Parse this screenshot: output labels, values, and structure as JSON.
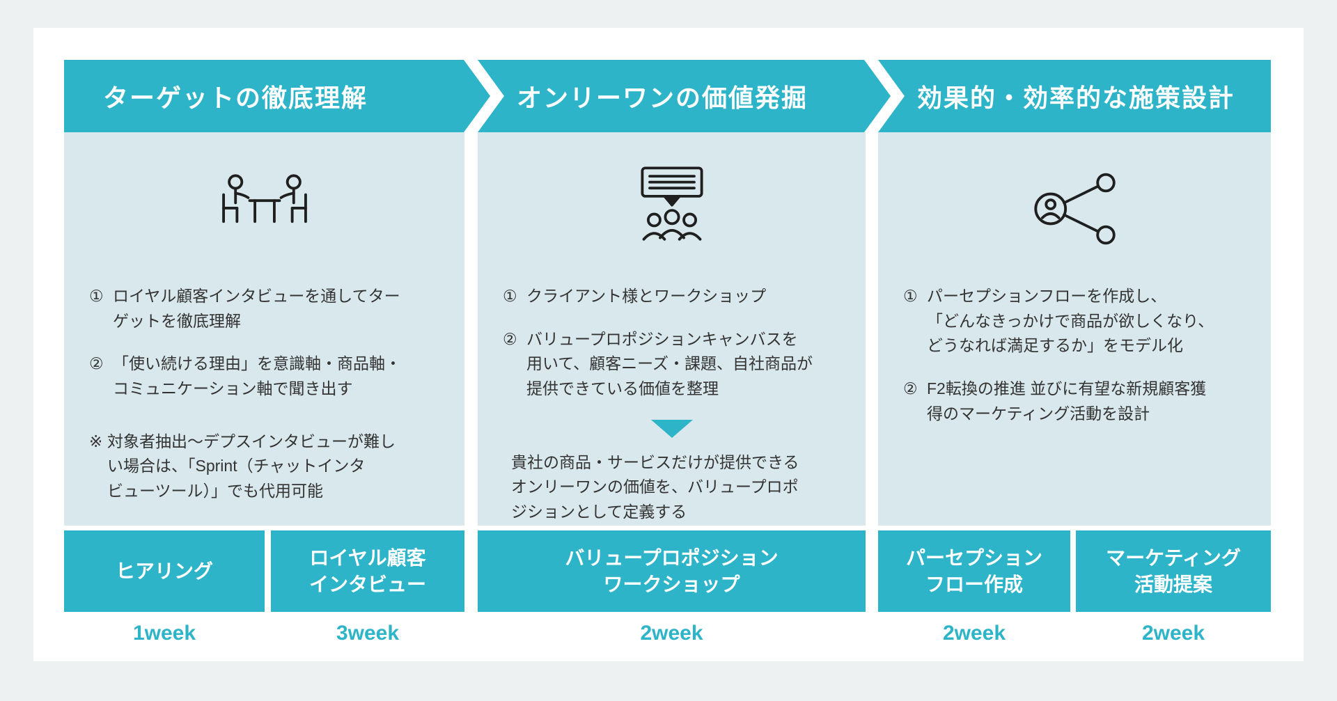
{
  "colors": {
    "accent_teal": "#2eb4c8",
    "body_background": "#d9e8ec",
    "page_background": "#eef1f1",
    "card_background": "#ffffff",
    "text": "#333333",
    "week_text": "#2eb4c8"
  },
  "phases": [
    {
      "title": "ターゲットの徹底理解",
      "icon": "interview-icon",
      "items": [
        {
          "marker": "①",
          "text": "ロイヤル顧客インタビューを通してター\nゲットを徹底理解"
        },
        {
          "marker": "②",
          "text": "「使い続ける理由」を意識軸・商品軸・\nコミュニケーション軸で聞き出す"
        },
        {
          "marker": "※",
          "text": "対象者抽出〜デプスインタビューが難し\nい場合は、「Sprint（チャットインタ\nビューツール）」でも代用可能"
        }
      ],
      "deliverables": [
        {
          "label": "ヒアリング",
          "duration": "1week"
        },
        {
          "label": "ロイヤル顧客\nインタビュー",
          "duration": "3week"
        }
      ]
    },
    {
      "title": "オンリーワンの価値発掘",
      "icon": "workshop-icon",
      "items": [
        {
          "marker": "①",
          "text": "クライアント様とワークショップ"
        },
        {
          "marker": "②",
          "text": "バリュープロポジションキャンバスを\n用いて、顧客ニーズ・課題、自社商品が\n提供できている価値を整理"
        }
      ],
      "conclusion": "貴社の商品・サービスだけが提供できる\nオンリーワンの価値を、バリュープロポ\nジションとして定義する",
      "deliverables": [
        {
          "label": "バリュープロポジション\nワークショップ",
          "duration": "2week"
        }
      ]
    },
    {
      "title": "効果的・効率的な施策設計",
      "icon": "share-icon",
      "items": [
        {
          "marker": "①",
          "text": "パーセプションフローを作成し、\n「どんなきっかけで商品が欲しくなり、\nどうなれば満足するか」をモデル化"
        },
        {
          "marker": "②",
          "text": "F2転換の推進 並びに有望な新規顧客獲\n得のマーケティング活動を設計"
        }
      ],
      "deliverables": [
        {
          "label": "パーセプション\nフロー作成",
          "duration": "2week"
        },
        {
          "label": "マーケティング\n活動提案",
          "duration": "2week"
        }
      ]
    }
  ]
}
